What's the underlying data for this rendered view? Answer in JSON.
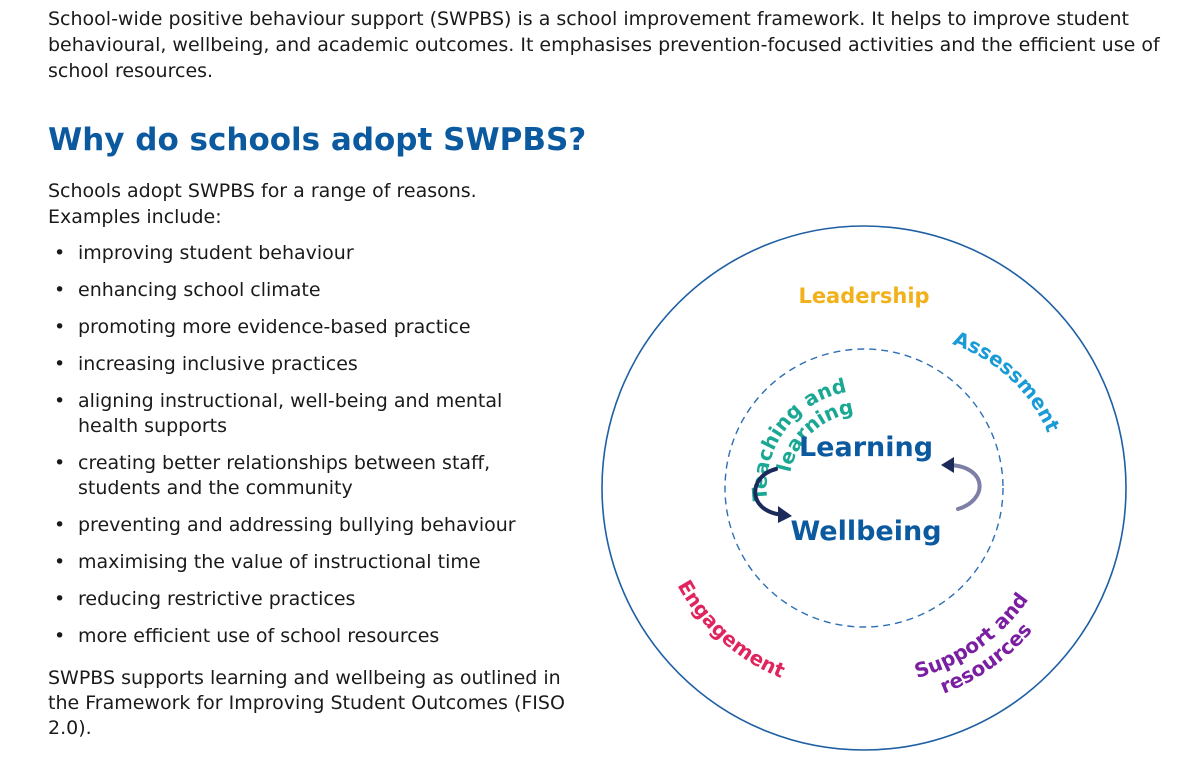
{
  "intro": "School-wide positive behaviour support (SWPBS) is a school improvement framework. It helps to improve student behavioural, wellbeing, and academic outcomes. It emphasises prevention-focused activities and the efficient use of school resources.",
  "heading": "Why do schools adopt SWPBS?",
  "lead": "Schools adopt SWPBS for a range of reasons. Examples include:",
  "reasons": [
    "improving student behaviour",
    "enhancing school climate",
    "promoting more evidence-based practice",
    "increasing inclusive practices",
    "aligning instructional, well-being and mental health supports",
    "creating better relationships between staff, students and the community",
    "preventing and addressing bullying behaviour",
    "maximising the value of instructional time",
    "reducing restrictive practices",
    "more efficient use of school resources"
  ],
  "outro": "SWPBS supports learning and wellbeing as outlined in the Framework for Improving Student Outcomes (FISO 2.0).",
  "diagram": {
    "center_top": "Learning",
    "center_bottom": "Wellbeing",
    "leadership": "Leadership",
    "assessment": "Assessment",
    "teaching_line1": "Teaching and",
    "teaching_line2": "learning",
    "engagement": "Engagement",
    "support_line1": "Support and",
    "support_line2": "resources"
  },
  "colors": {
    "heading": "#0b5aa0",
    "outer_ring": "#1f5fa3",
    "inner_ring": "#2c6fb5",
    "center_text": "#0b5aa0",
    "leadership": "#f2b11a",
    "assessment": "#1a9ad6",
    "teaching": "#1aa894",
    "engagement": "#e0245e",
    "support": "#7b1fa2",
    "arrow_dark": "#1b2a5a",
    "arrow_light": "#7d7fa6"
  }
}
